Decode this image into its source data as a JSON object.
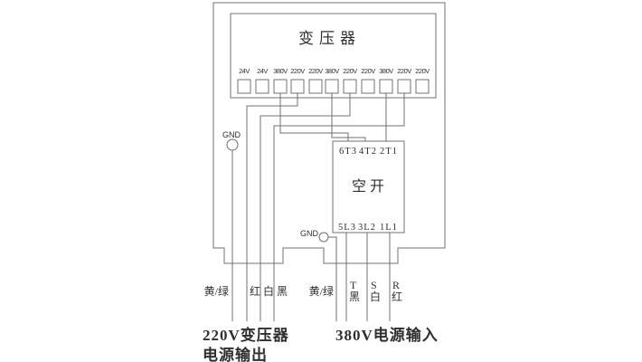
{
  "colors": {
    "line": "#707070",
    "text": "#2f2f2f"
  },
  "transformer": {
    "label": "变压器",
    "terminals": [
      "24V",
      "24V",
      "380V",
      "220V",
      "220V",
      "380V",
      "220V",
      "220V",
      "380V",
      "220V",
      "220V"
    ]
  },
  "breaker": {
    "label": "空开",
    "top_terminals": [
      "6T3",
      "4T2",
      "2T1"
    ],
    "bottom_terminals": [
      "5L3",
      "3L2",
      "1L1"
    ]
  },
  "ground_left": {
    "label": "GND"
  },
  "ground_middle": {
    "label": "GND"
  },
  "output_section": {
    "wire_labels": [
      "黄/绿",
      "红",
      "白",
      "黑"
    ],
    "caption_line1": "220V变压器",
    "caption_line2": "电源输出"
  },
  "input_section": {
    "ground_wire_label": "黄/绿",
    "phase_wires": [
      {
        "phase": "T",
        "color": "黑"
      },
      {
        "phase": "S",
        "color": "白"
      },
      {
        "phase": "R",
        "color": "红"
      }
    ],
    "caption": "380V电源输入"
  }
}
